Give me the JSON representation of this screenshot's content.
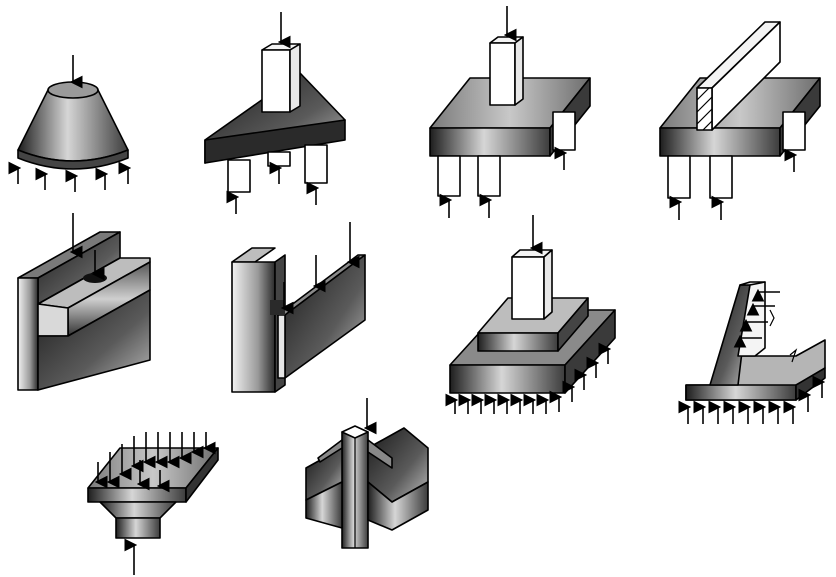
{
  "figure": {
    "caption": "",
    "panels": [
      {
        "name": "truncated-cone-footing",
        "shading_color": "#5a5a5a"
      },
      {
        "name": "wedge-pile-cap",
        "shading_color": "#3a3a3a"
      },
      {
        "name": "column-pile-cap",
        "shading_color": "#6a6a6a"
      },
      {
        "name": "wall-pile-cap",
        "shading_color": "#6a6a6a"
      },
      {
        "name": "stepped-beam-joint",
        "shading_color": "#6a6a6a"
      },
      {
        "name": "column-bracket-joint",
        "shading_color": "#6a6a6a"
      },
      {
        "name": "stepped-slab-footing",
        "shading_color": "#6a6a6a"
      },
      {
        "name": "retaining-wall",
        "shading_color": "#6a6a6a"
      },
      {
        "name": "inverted-pyramid-slab",
        "shading_color": "#6a6a6a"
      },
      {
        "name": "cross-shaped-footing",
        "shading_color": "#6a6a6a"
      }
    ]
  },
  "colors": {
    "ink": "#000000",
    "light": "#f4f4f4",
    "mid": "#9a9a9a",
    "dark": "#2e2e2e"
  }
}
